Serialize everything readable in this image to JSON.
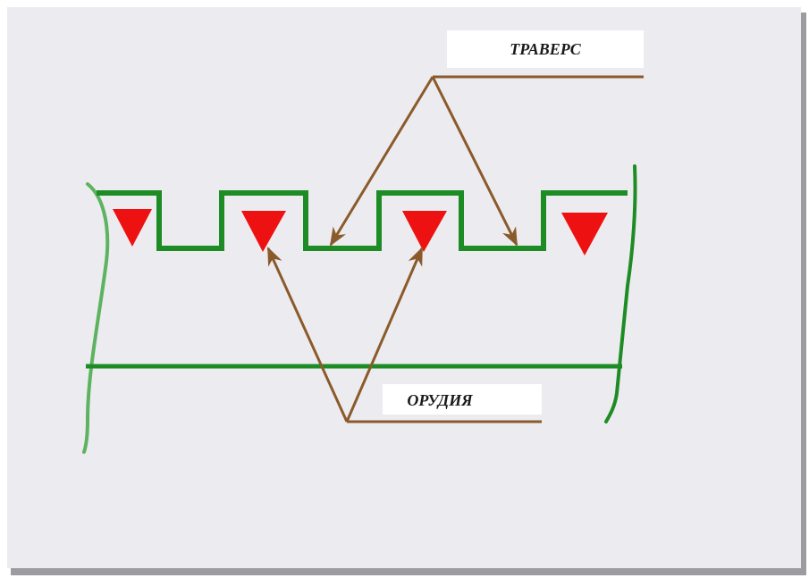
{
  "labels": {
    "traverse": "ТРАВЕРС",
    "guns": "ОРУДИЯ"
  },
  "gun_count": 4,
  "colors": {
    "paper": "#ececf0",
    "paper_shadow": "#9c9ca0",
    "trench": "#1e8c24",
    "trench_light": "#5db35f",
    "gun": "#ee1111",
    "arrow": "#8b5a2b",
    "label_box": "#ffffff"
  },
  "icons": {
    "gun_symbol": "triangle-down-icon",
    "arrowhead": "arrowhead-icon"
  }
}
